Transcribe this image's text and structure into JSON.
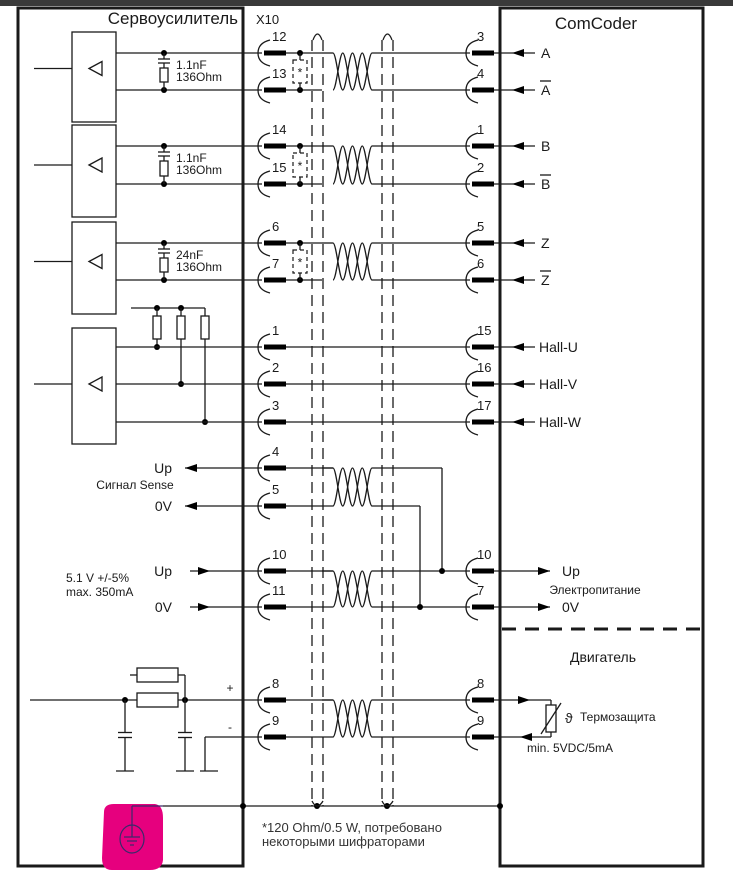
{
  "blocks": {
    "servo_amplifier": "Сервоусилитель",
    "connector": "X10",
    "encoder": "ComCoder",
    "motor": "Двигатель"
  },
  "channels": [
    {
      "name": "A",
      "servo_pins": [
        "12",
        "13"
      ],
      "encoder_pins": [
        "3",
        "4"
      ],
      "signals": [
        "A",
        "A"
      ],
      "signal_inverted": [
        false,
        true
      ],
      "capacitor": "1.1nF",
      "resistor": "136Ohm"
    },
    {
      "name": "B",
      "servo_pins": [
        "14",
        "15"
      ],
      "encoder_pins": [
        "1",
        "2"
      ],
      "signals": [
        "B",
        "B"
      ],
      "signal_inverted": [
        false,
        true
      ],
      "capacitor": "1.1nF",
      "resistor": "136Ohm"
    },
    {
      "name": "Z",
      "servo_pins": [
        "6",
        "7"
      ],
      "encoder_pins": [
        "5",
        "6"
      ],
      "signals": [
        "Z",
        "Z"
      ],
      "signal_inverted": [
        false,
        true
      ],
      "capacitor": "24nF",
      "resistor": "136Ohm"
    }
  ],
  "hall": {
    "servo_pins": [
      "1",
      "2",
      "3"
    ],
    "encoder_pins": [
      "15",
      "16",
      "17"
    ],
    "signals": [
      "Hall-U",
      "Hall-V",
      "Hall-W"
    ]
  },
  "sense": {
    "servo_pins": [
      "4",
      "5"
    ],
    "labels": [
      "Up",
      "0V"
    ],
    "caption": "Сигнал Sense"
  },
  "power": {
    "servo_pins": [
      "10",
      "11"
    ],
    "encoder_pins": [
      "10",
      "7"
    ],
    "labels": [
      "Up",
      "0V"
    ],
    "encoder_labels": [
      "Up",
      "0V"
    ],
    "spec_line1": "5.1 V +/-5%",
    "spec_line2": "max. 350mA",
    "encoder_caption": "Электропитание"
  },
  "thermal": {
    "servo_pins": [
      "8",
      "9"
    ],
    "encoder_pins": [
      "8",
      "9"
    ],
    "polarity": [
      "+",
      "-"
    ],
    "label": "Термозащита",
    "spec": "min. 5VDC/5mA",
    "symbol": "ϑ"
  },
  "termination_marker": "*",
  "footnote_line1": "*120 Ohm/0.5 W, потребовано",
  "footnote_line2": "некоторыми шифраторами",
  "icons": {
    "ground": "protective-earth-icon",
    "highlight_color": "#e6007e"
  },
  "colors": {
    "line": "#1a1a1a",
    "background": "#ffffff",
    "topbar": "#3a3a3a"
  }
}
